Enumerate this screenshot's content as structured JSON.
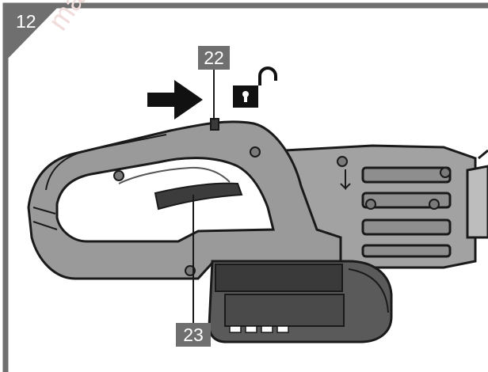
{
  "figure": {
    "number": "12",
    "callouts": [
      {
        "id": "22",
        "label": "22"
      },
      {
        "id": "23",
        "label": "23"
      }
    ],
    "watermark_text": "ma",
    "icons": [
      "push-right-arrow-icon",
      "unlock-padlock-icon",
      "push-up-arrow-icon"
    ],
    "colors": {
      "frame": "#6f6f6f",
      "callout_box": "#6f6f6f",
      "tool_body": "#9a9a9a",
      "tool_dark": "#3c3c3c",
      "outline": "#1a1a1a"
    }
  }
}
